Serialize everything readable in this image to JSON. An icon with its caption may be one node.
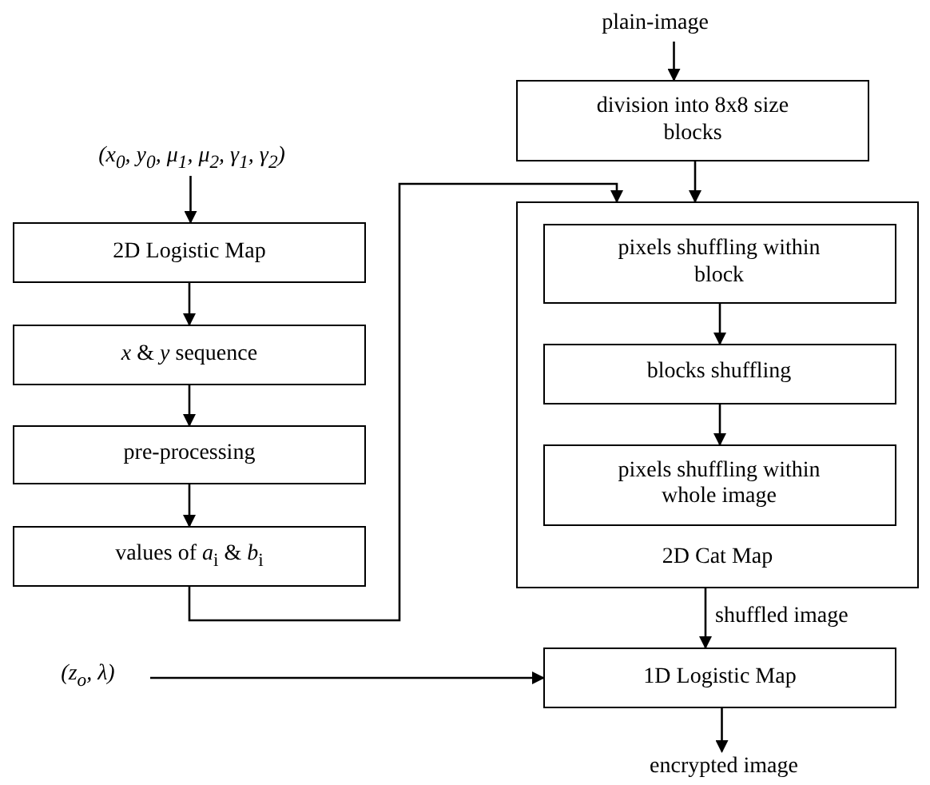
{
  "diagram": {
    "nodes": [
      {
        "text": [
          "(x$_{0}$, y$_{0}$, μ$_{1}$, μ$_{2}$, γ$_{1}$, γ$_{2}$)"
        ]
      },
      {
        "text": [
          "2D Logistic Map"
        ]
      },
      {
        "text": [
          "*x* & *y* sequence"
        ]
      },
      {
        "text": [
          "pre-processing"
        ]
      },
      {
        "text": [
          "values of *a*$_{i}$ & *b*$_{i}$"
        ]
      },
      {
        "text": [
          "plain-image"
        ]
      },
      {
        "text": [
          "division into 8x8 size blocks"
        ]
      },
      {
        "text": [
          "2D Cat Map"
        ]
      },
      {
        "text": [
          "pixels shuffling within block"
        ],
        "in": 7
      },
      {
        "text": [
          "blocks shuffling"
        ],
        "in": 7
      },
      {
        "text": [
          "pixels shuffling within whole image"
        ],
        "in": 7
      },
      {
        "text": [
          "1D Logistic Map"
        ]
      },
      {
        "text": [
          "encrypted image"
        ]
      },
      {
        "text": [
          "(z$_{o}$, λ)"
        ]
      }
    ],
    "edges": [
      {
        "from": 0,
        "to": 1,
        "arrow": "to"
      },
      {
        "from": 1,
        "to": 2,
        "arrow": "to"
      },
      {
        "from": 2,
        "to": 3,
        "arrow": "to"
      },
      {
        "from": 3,
        "to": 4,
        "arrow": "to"
      },
      {
        "from": 4,
        "to": 7,
        "arrow": "to"
      },
      {
        "from": 5,
        "to": 6,
        "arrow": "to"
      },
      {
        "from": 6,
        "to": 7,
        "arrow": "to"
      },
      {
        "from": 8,
        "to": 9,
        "arrow": "to"
      },
      {
        "from": 9,
        "to": 10,
        "arrow": "to"
      },
      {
        "from": 7,
        "to": 11,
        "arrow": "to",
        "label": "shuffled image"
      },
      {
        "from": 13,
        "to": 11,
        "arrow": "to"
      },
      {
        "from": 11,
        "to": 12,
        "arrow": "to"
      }
    ]
  }
}
